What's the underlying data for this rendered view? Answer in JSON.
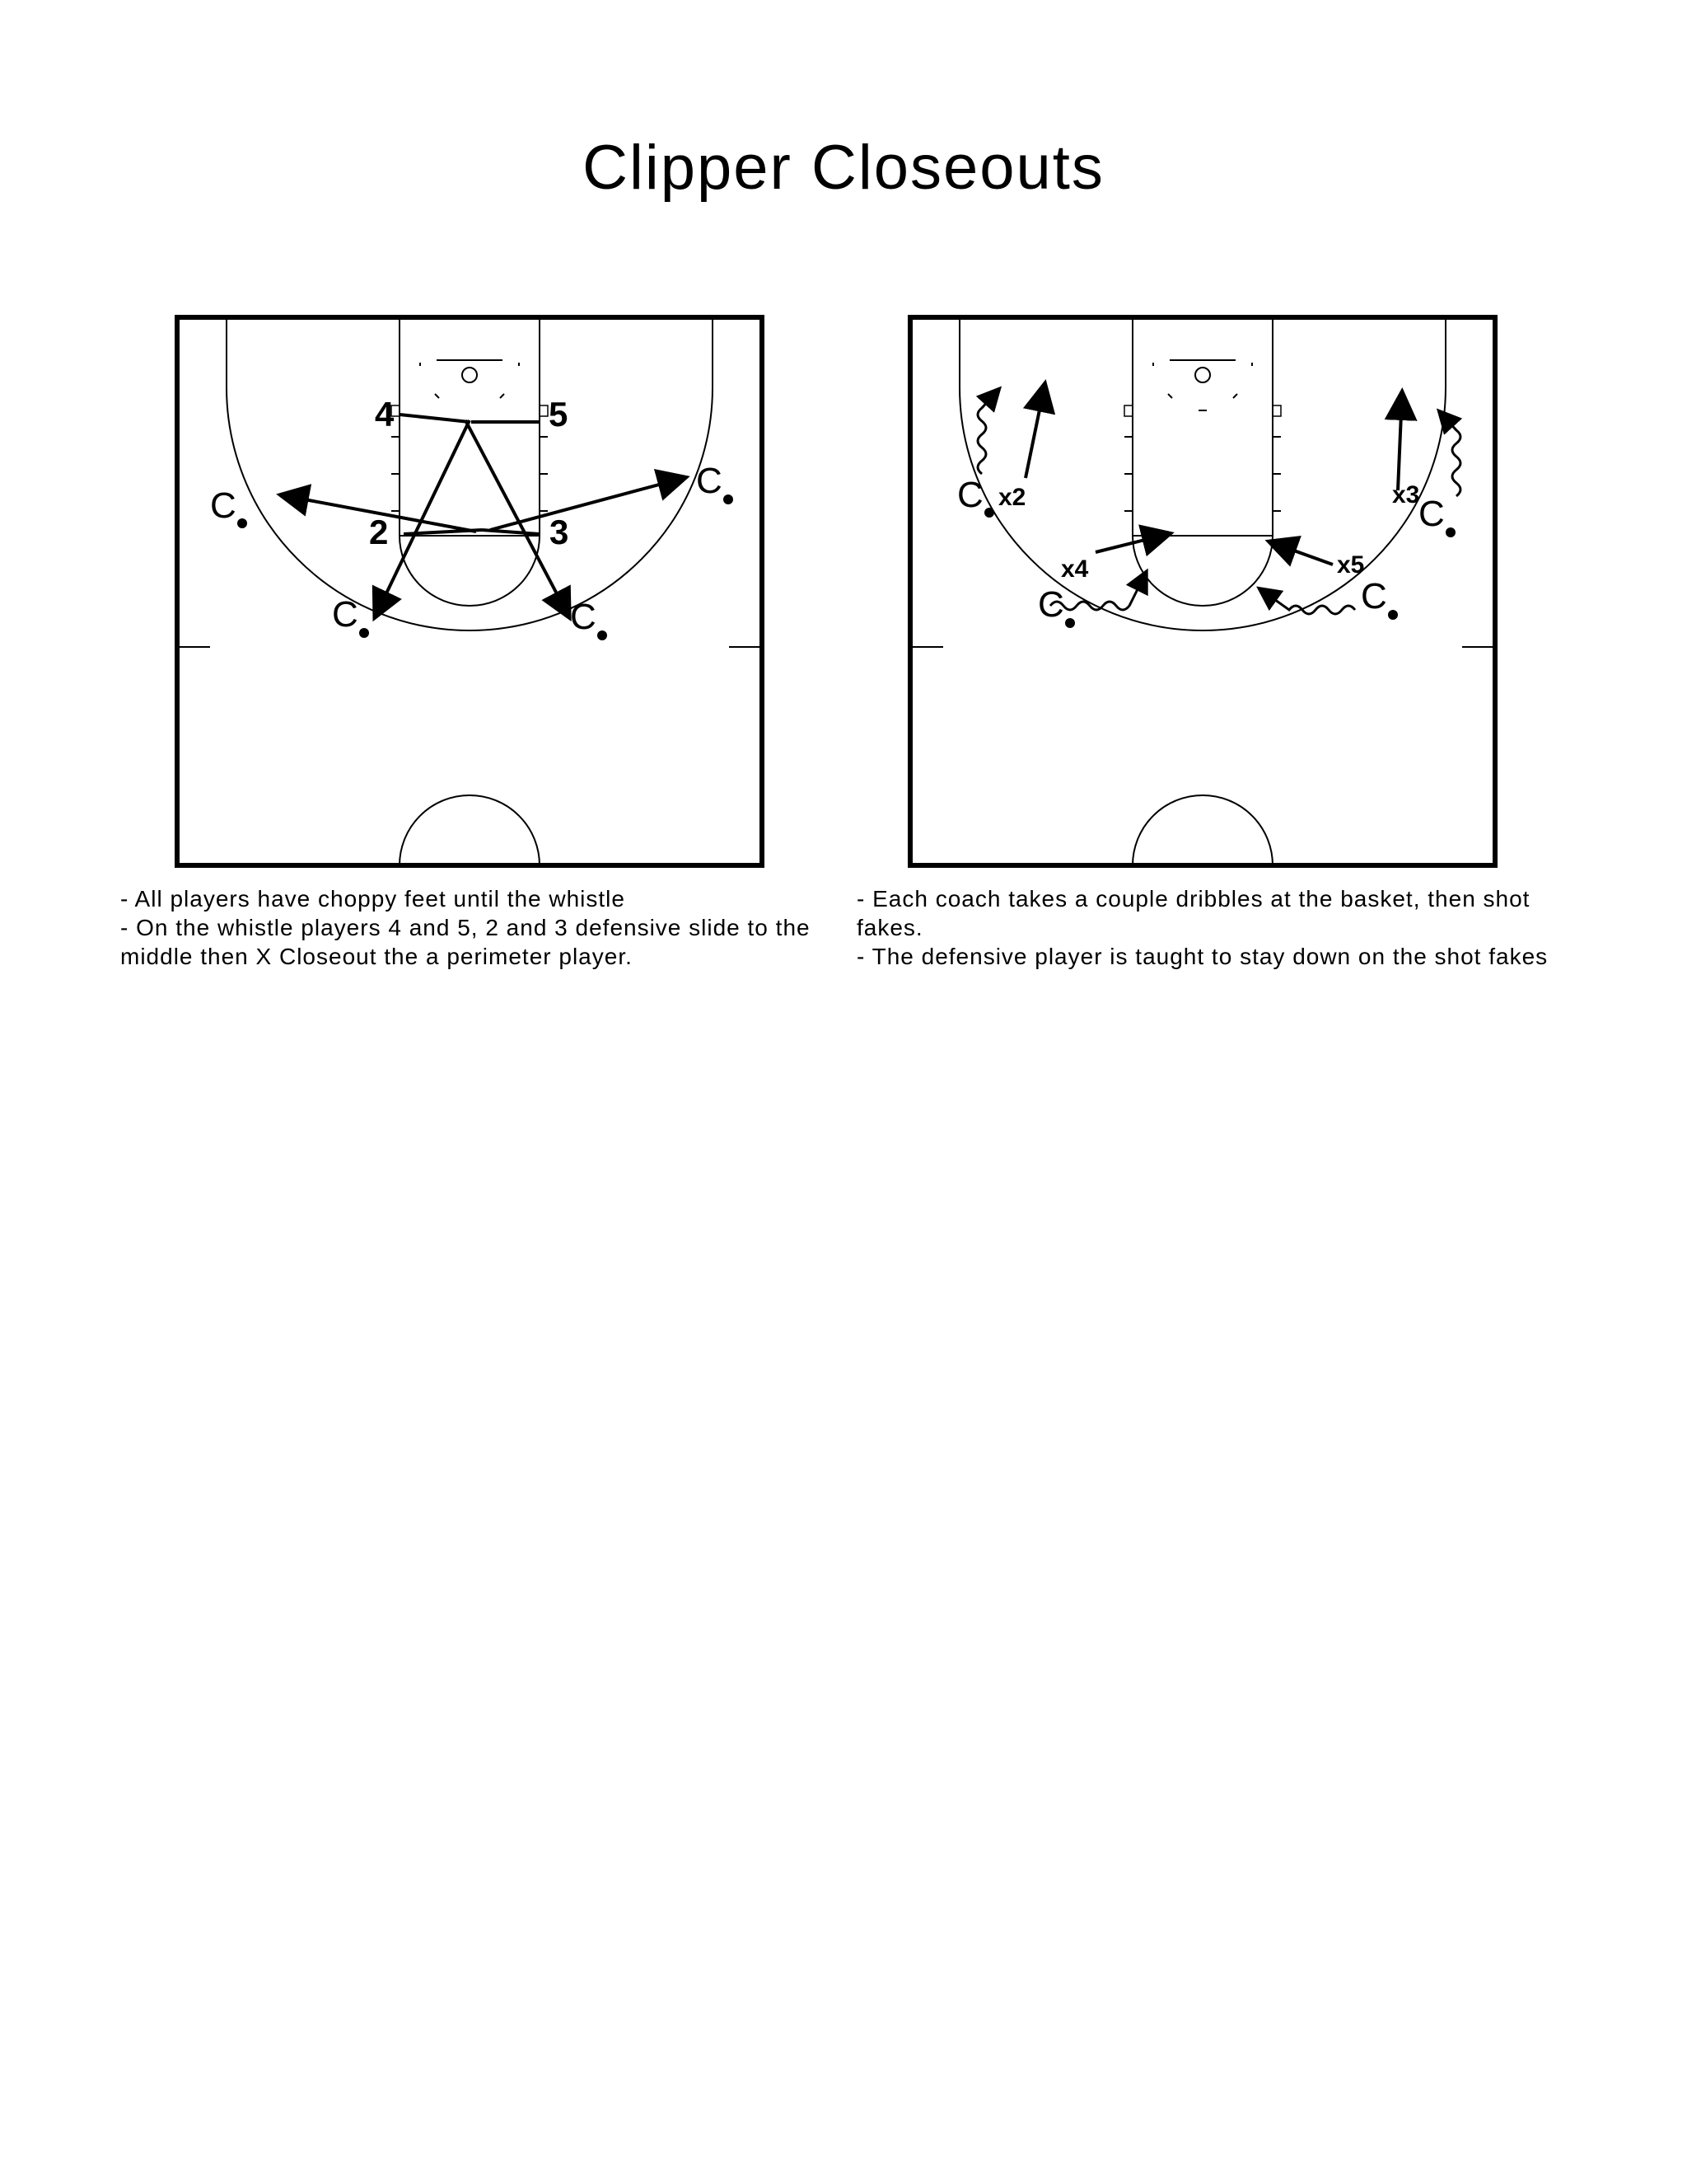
{
  "title": "Clipper Closeouts",
  "diagram_left": {
    "players": {
      "p4": "4",
      "p5": "5",
      "p2": "2",
      "p3": "3"
    },
    "coach_label": "C"
  },
  "diagram_right": {
    "defenders": {
      "x2": "x2",
      "x3": "x3",
      "x4": "x4",
      "x5": "x5"
    },
    "coach_label": "C"
  },
  "notes_left": [
    "-  All players have choppy feet until the whistle",
    "-  On the whistle players 4 and 5, 2 and 3 defensive slide to the middle then X Closeout the a perimeter player."
  ],
  "notes_right": [
    "-  Each coach takes a couple dribbles at the basket, then shot fakes.",
    "-  The defensive player is taught to stay down on the shot fakes"
  ]
}
